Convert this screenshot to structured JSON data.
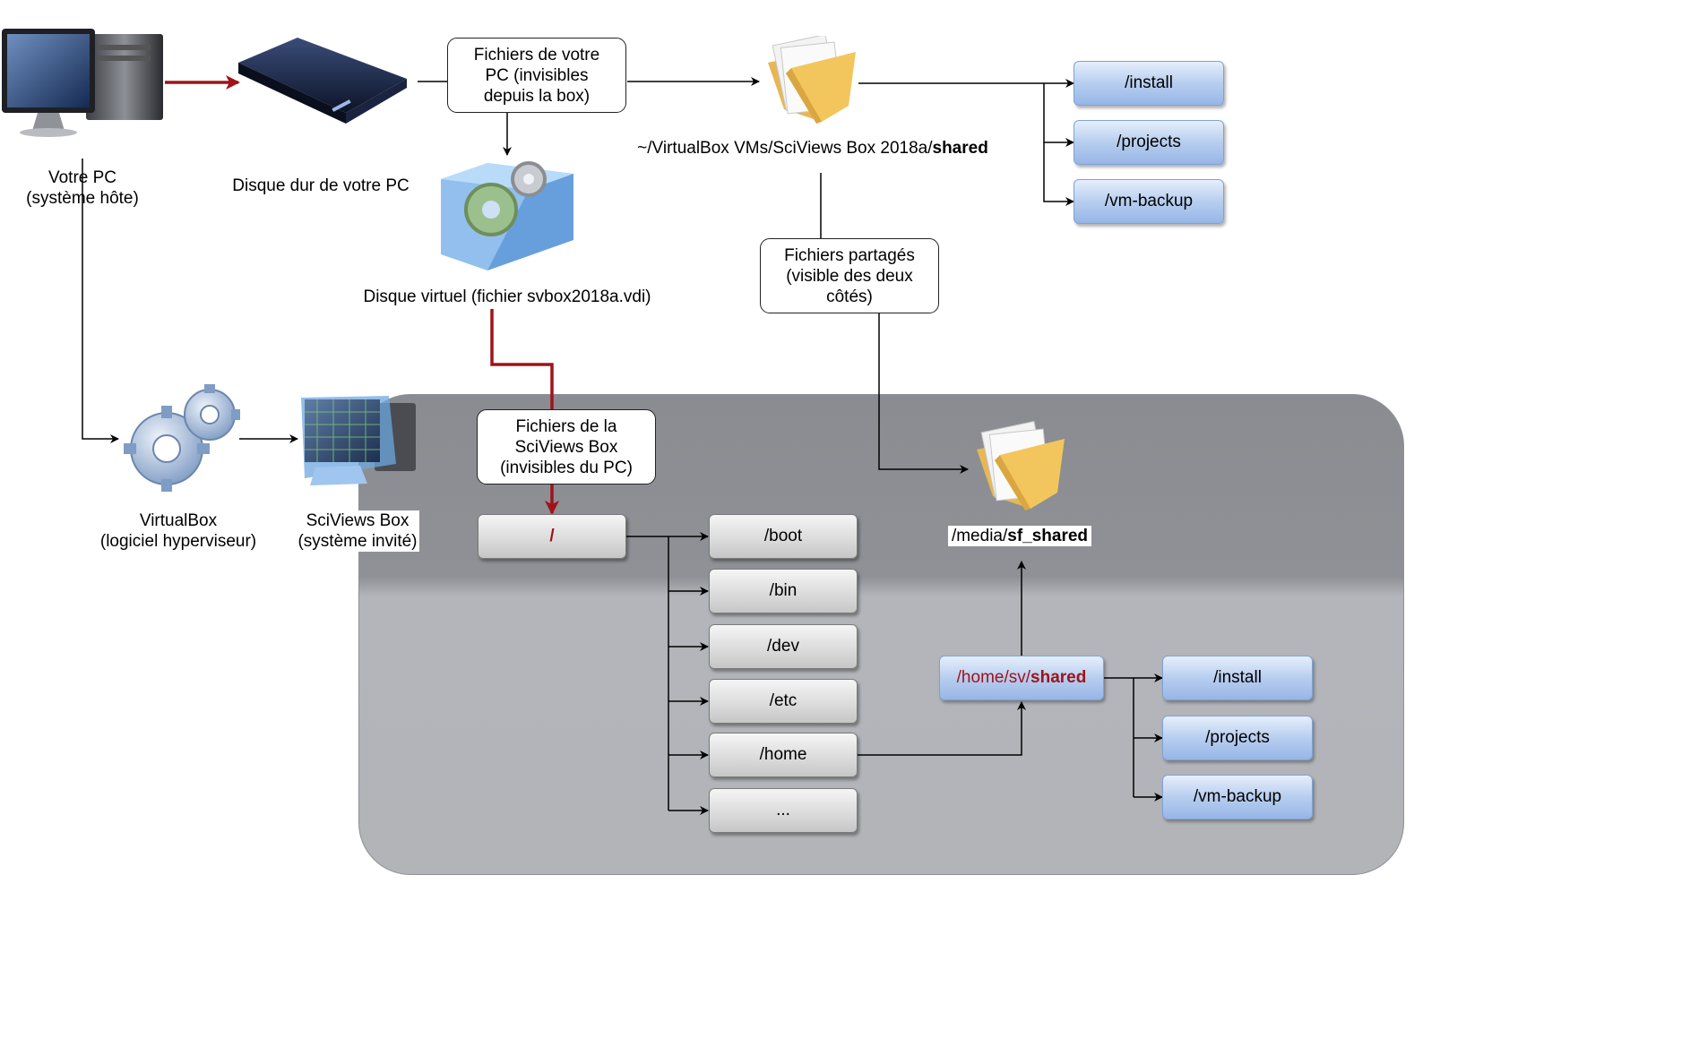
{
  "host": {
    "pc_label": "Votre PC\n(système hôte)",
    "disk_label": "Disque dur de votre PC",
    "note_pc_files": "Fichiers de votre\nPC (invisibles\ndepuis la box)",
    "vdisk_label": "Disque virtuel (fichier svbox2018a.vdi)",
    "shared_path_prefix": "~/VirtualBox VMs/SciViews Box 2018a/",
    "shared_path_bold": "shared",
    "note_shared": "Fichiers partagés\n(visible des deux\ncôtés)",
    "folders": [
      "/install",
      "/projects",
      "/vm-backup"
    ]
  },
  "guest": {
    "virtualbox_label": "VirtualBox\n(logiciel hyperviseur)",
    "sciviews_label": "SciViews Box\n(système invité)",
    "note_guest_files": "Fichiers de la\nSciViews Box\n(invisibles du PC)",
    "root": "/",
    "dirs": [
      "/boot",
      "/bin",
      "/dev",
      "/etc",
      "/home",
      "..."
    ],
    "media_prefix": "/media/",
    "media_bold": "sf_shared",
    "home_prefix": "/home/sv/",
    "home_bold": "shared",
    "shared_folders": [
      "/install",
      "/projects",
      "/vm-backup"
    ]
  },
  "colors": {
    "red_arrow": "#a0131a",
    "guest_area": "#b2b4b8",
    "blue_box": "#b7ceef"
  }
}
